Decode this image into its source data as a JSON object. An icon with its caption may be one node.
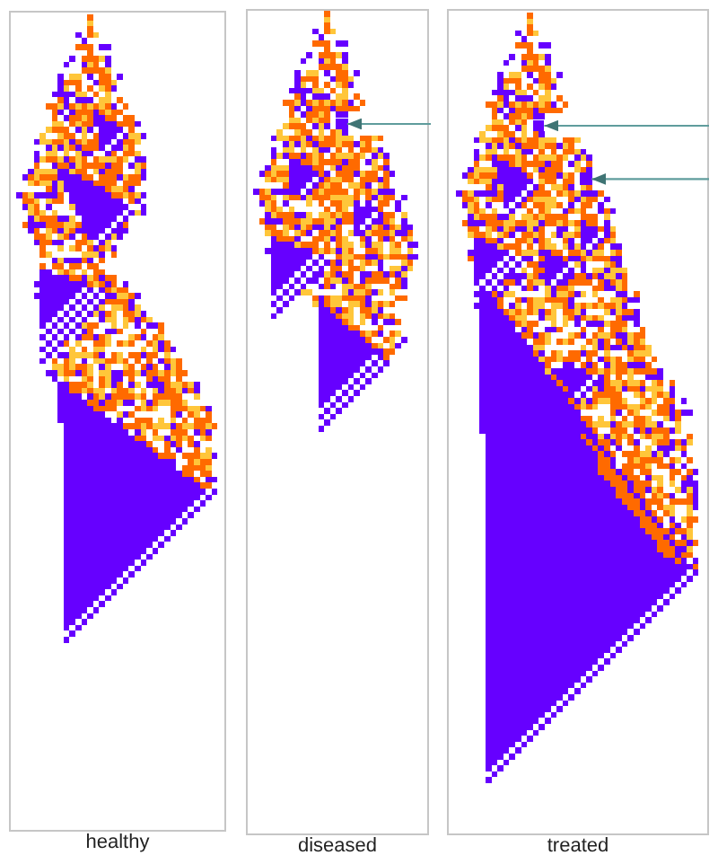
{
  "diagram": {
    "nodes": [
      {
        "text": [
          "healthy"
        ]
      },
      {
        "text": [
          "diseased"
        ]
      },
      {
        "text": [],
        "shape": "box",
        "in": 1
      },
      {
        "text": [
          "treated"
        ]
      },
      {
        "text": [],
        "shape": "box",
        "in": 3
      },
      {
        "text": [],
        "shape": "box",
        "in": 3
      }
    ],
    "edges": [
      {
        "from": null,
        "to": 2,
        "arrow": "to"
      },
      {
        "from": null,
        "to": 4,
        "arrow": "to"
      },
      {
        "from": null,
        "to": 5,
        "arrow": "to"
      }
    ]
  }
}
